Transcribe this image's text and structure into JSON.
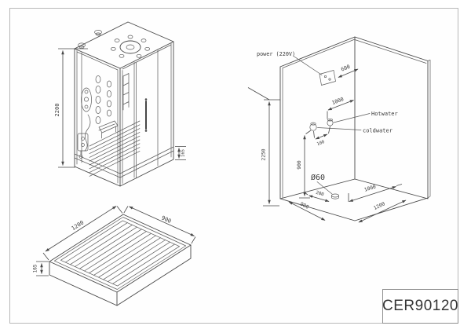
{
  "drawing": {
    "model_code": "CER90120",
    "colors": {
      "line": "#474747",
      "frame_border": "#b8b8b8",
      "background": "#ffffff",
      "text": "#3a3a3a"
    },
    "cabin_view": {
      "description": "steam shower cabin isometric view",
      "dim_height": "2200",
      "dim_base_height": "165"
    },
    "tray_view": {
      "description": "shower tray isometric view",
      "dim_length": "1200",
      "dim_width": "900",
      "dim_height": "165"
    },
    "installation_view": {
      "description": "wall corner installation diagram",
      "label_power": "power (220V)",
      "label_hotwater": "Hotwater",
      "label_coldwater": "coldwater",
      "label_drain_diameter": "Ø60",
      "dim_power_from_corner": "600",
      "dim_hotwater_from_corner": "1000",
      "dim_hot_cold_gap": "100",
      "dim_wall_height": "2250",
      "dim_fitting_height": "900",
      "dim_drain_from_side": "200",
      "dim_drain_from_corner": "1000",
      "dim_floor_depth": "900",
      "dim_floor_width": "1200"
    }
  }
}
